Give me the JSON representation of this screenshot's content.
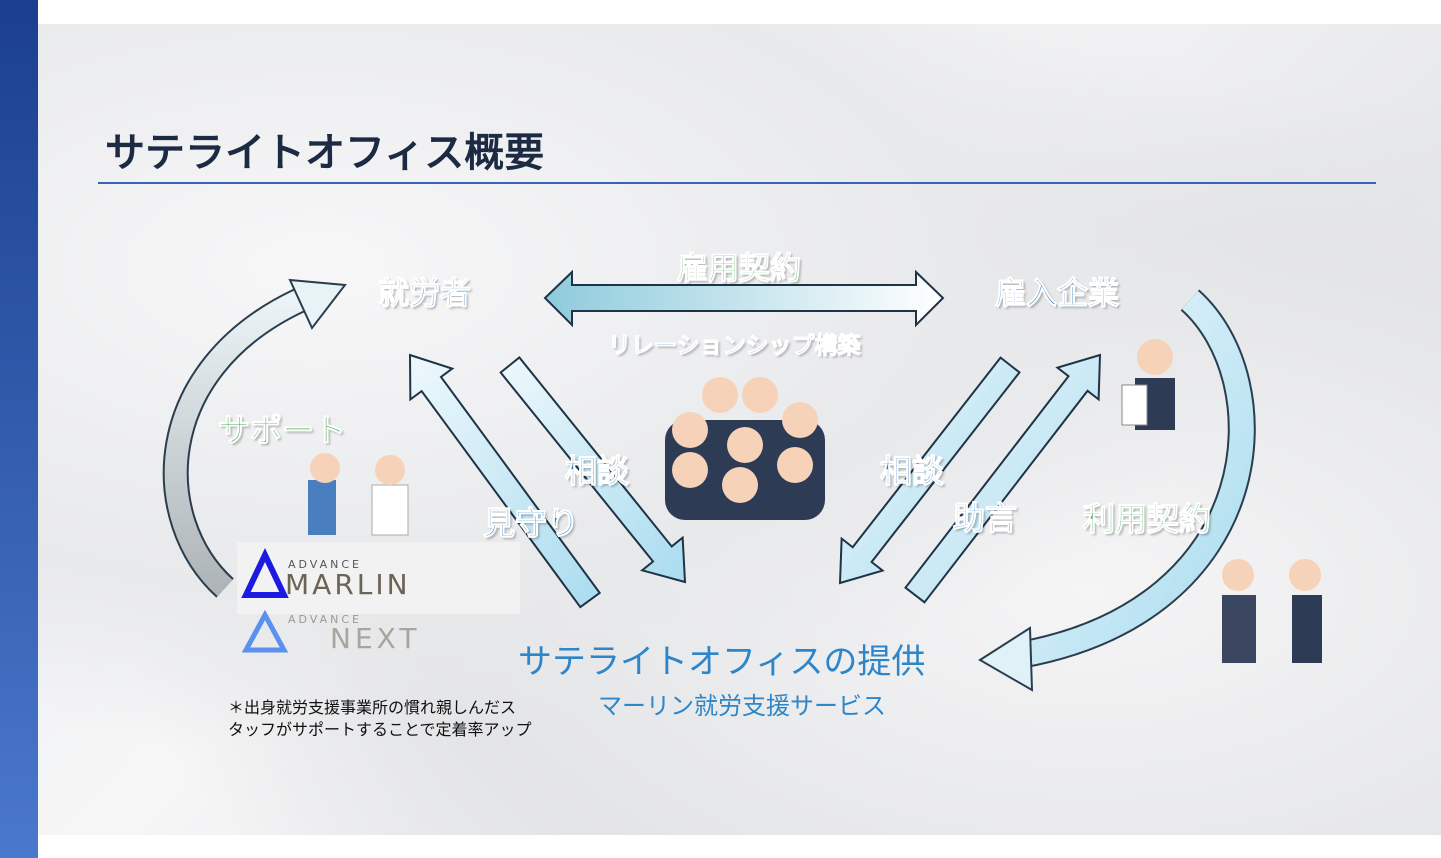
{
  "title": "サテライトオフィス概要",
  "labels": {
    "worker": "就労者",
    "employment_contract": "雇用契約",
    "employer": "雇入企業",
    "relationship": "リレーションシップ構築",
    "support": "サポート",
    "consult_left": "相談",
    "monitoring": "見守り",
    "consult_right": "相談",
    "advice": "助言",
    "usage_contract": "利用契約",
    "center_title": "サテライトオフィスの提供",
    "center_subtitle": "マーリン就労支援サービス"
  },
  "logos": {
    "marlin": {
      "small": "ADVANCE",
      "main": "MARLIN"
    },
    "next": {
      "small": "ADVANCE",
      "main": "NEXT"
    }
  },
  "note": {
    "line1": "＊出身就労支援事業所の慣れ親しんだス",
    "line2": "タッフがサポートすることで定着率アップ"
  },
  "colors": {
    "accent_blue": "#2e7dc6",
    "accent_green": "#3cb04a",
    "title": "#1c2a44",
    "sidebar": "#1b3f8e"
  }
}
